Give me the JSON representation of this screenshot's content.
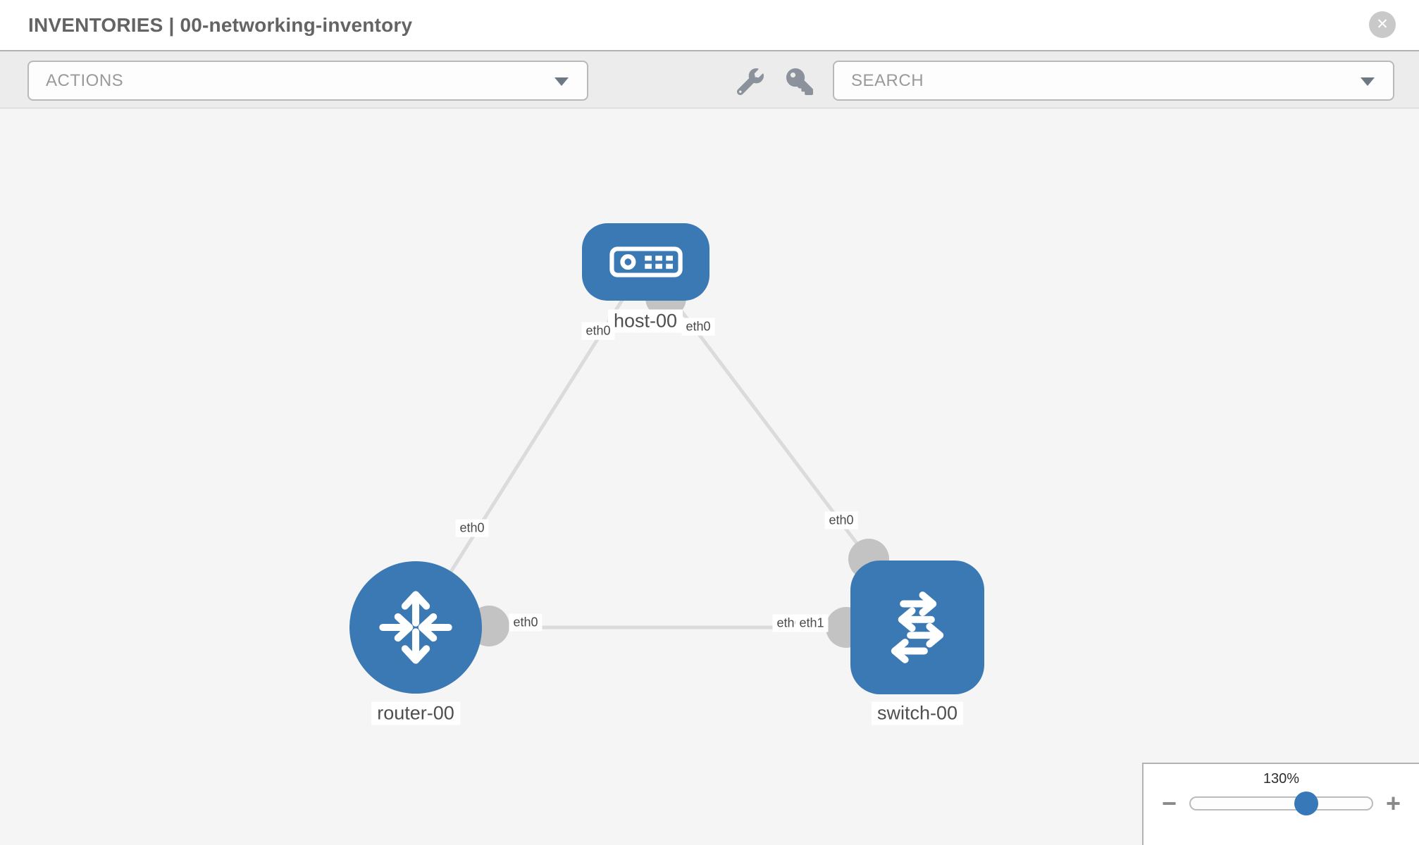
{
  "header": {
    "title": "INVENTORIES | 00-networking-inventory",
    "close_symbol": "✕"
  },
  "toolbar": {
    "actions_placeholder": "ACTIONS",
    "search_placeholder": "SEARCH",
    "icons": [
      "wrench-icon",
      "key-icon"
    ]
  },
  "topology": {
    "nodes": [
      {
        "name": "host-00",
        "type": "host"
      },
      {
        "name": "router-00",
        "type": "router"
      },
      {
        "name": "switch-00",
        "type": "switch"
      }
    ],
    "links": [
      {
        "from": "host-00",
        "to": "router-00",
        "from_interface": "eth0",
        "to_interface": "eth0"
      },
      {
        "from": "host-00",
        "to": "switch-00",
        "from_interface": "eth0",
        "to_interface": "eth0"
      },
      {
        "from": "router-00",
        "to": "switch-00",
        "from_interface": "eth0",
        "to_interface": "eth1"
      }
    ],
    "port_labels": [
      "eth0",
      "eth0",
      "eth0",
      "eth0",
      "eth0",
      "eth0",
      "eth1"
    ]
  },
  "zoom_widget": {
    "level": "130%",
    "minus_label": "−",
    "plus_label": "+"
  },
  "colors": {
    "node_blue": "#3b79b4",
    "interface_gray": "#c3c3c3",
    "link_gray": "#dbdbdb",
    "slider_thumb_blue": "#3779b8",
    "toolbar_bg": "#ececec",
    "canvas_bg": "#f5f5f5"
  }
}
